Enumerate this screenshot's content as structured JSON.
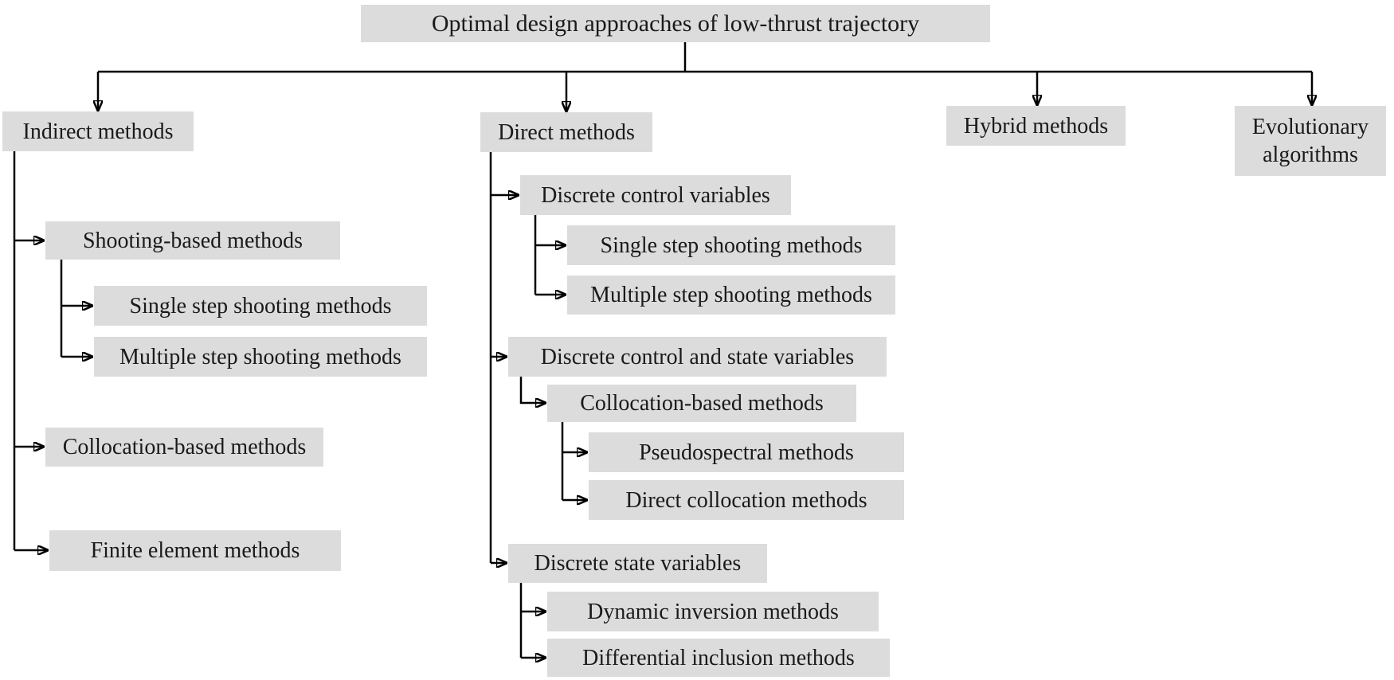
{
  "diagram_type": "hierarchy-tree",
  "colors": {
    "node_background": "#dcdcdc",
    "connector": "#000000",
    "text": "#1a1a1a",
    "canvas": "#ffffff"
  },
  "tree": {
    "root": {
      "label": "Optimal design approaches of low-thrust trajectory"
    },
    "branches": [
      {
        "label": "Indirect methods",
        "children": [
          {
            "label": "Shooting-based methods",
            "children": [
              {
                "label": "Single step shooting methods"
              },
              {
                "label": "Multiple step shooting methods"
              }
            ]
          },
          {
            "label": "Collocation-based methods"
          },
          {
            "label": "Finite element methods"
          }
        ]
      },
      {
        "label": "Direct methods",
        "children": [
          {
            "label": "Discrete control variables",
            "children": [
              {
                "label": "Single step shooting methods"
              },
              {
                "label": "Multiple step shooting methods"
              }
            ]
          },
          {
            "label": "Discrete control and state variables",
            "children": [
              {
                "label": "Collocation-based methods",
                "children": [
                  {
                    "label": "Pseudospectral methods"
                  },
                  {
                    "label": "Direct collocation methods"
                  }
                ]
              }
            ]
          },
          {
            "label": "Discrete state variables",
            "children": [
              {
                "label": "Dynamic inversion methods"
              },
              {
                "label": "Differential inclusion methods"
              }
            ]
          }
        ]
      },
      {
        "label": "Hybrid methods"
      },
      {
        "label": "Evolutionary algorithms"
      }
    ]
  }
}
